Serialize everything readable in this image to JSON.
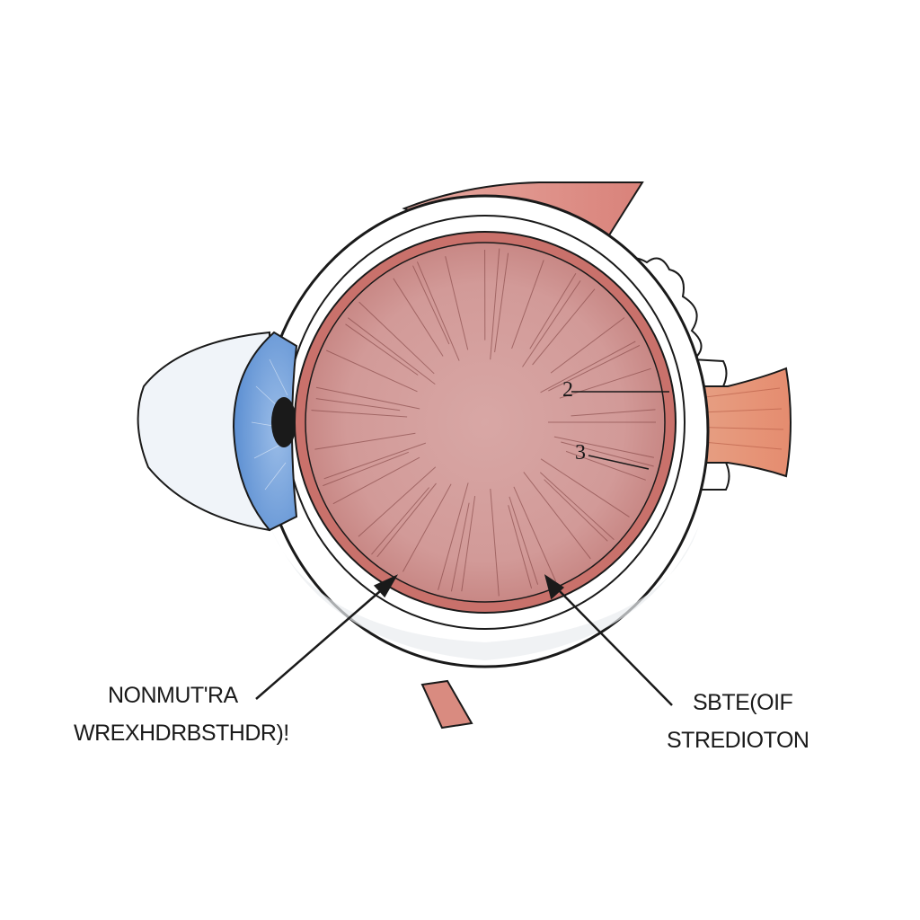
{
  "labels": {
    "left_line1": "NONMUT'RA",
    "left_line2": "WREXHDRBSTHDR)!",
    "right_line1": "SBTE(OIF",
    "right_line2": "STREDIOTON",
    "marker_2": "2",
    "marker_3": "3"
  },
  "colors": {
    "retina_fill": "#d9a3a2",
    "choroid": "#c9716b",
    "sclera": "#ffffff",
    "outline": "#1a1a1a",
    "iris": "#6e9fdb",
    "cornea": "#eef3f8",
    "optic_nerve": "#e69c80",
    "muscle": "#e5a19a"
  }
}
